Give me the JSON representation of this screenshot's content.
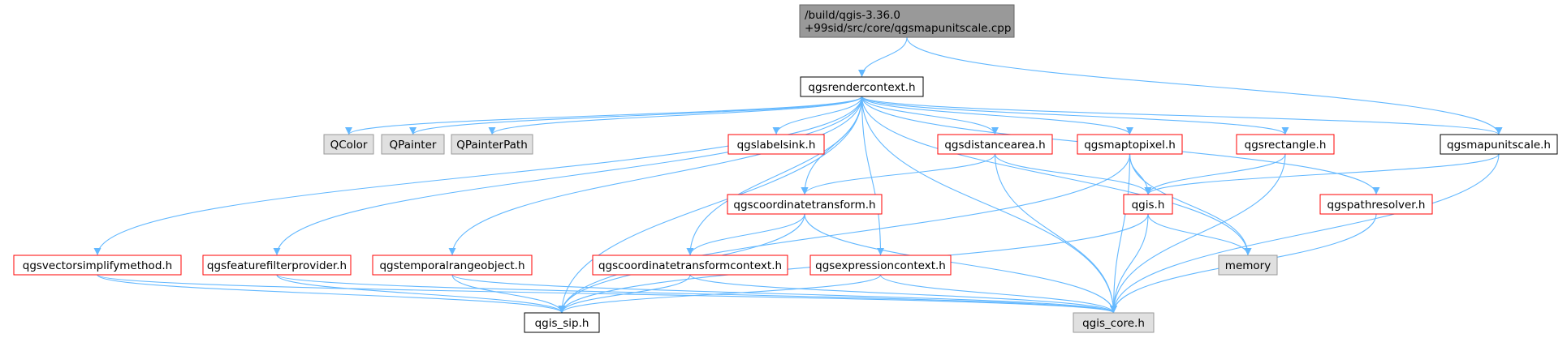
{
  "colors": {
    "edge": "#63b8ff",
    "root_fill": "#999999",
    "root_border": "#666666",
    "internal_fill": "#ffffff",
    "internal_border": "#000000",
    "external_fill": "#e0e0e0",
    "external_border": "#999999",
    "clickable_border": "#ff0000",
    "red_text": "#000000"
  },
  "nodes": {
    "root": {
      "lines": [
        "/build/qgis-3.36.0",
        "+99sid/src/core/qgsmapunitscale.cpp"
      ],
      "kind": "root"
    },
    "qgsrendercontext": {
      "lines": [
        "qgsrendercontext.h"
      ],
      "kind": "internal"
    },
    "qgsmapunitscale": {
      "lines": [
        "qgsmapunitscale.h"
      ],
      "kind": "internal"
    },
    "qcolor": {
      "lines": [
        "QColor"
      ],
      "kind": "external"
    },
    "qpainter": {
      "lines": [
        "QPainter"
      ],
      "kind": "external"
    },
    "qpainterpath": {
      "lines": [
        "QPainterPath"
      ],
      "kind": "external"
    },
    "qgslabelsink": {
      "lines": [
        "qgslabelsink.h"
      ],
      "kind": "clickable"
    },
    "qgsdistancearea": {
      "lines": [
        "qgsdistancearea.h"
      ],
      "kind": "clickable"
    },
    "qgsmaptopixel": {
      "lines": [
        "qgsmaptopixel.h"
      ],
      "kind": "clickable"
    },
    "qgsrectangle": {
      "lines": [
        "qgsrectangle.h"
      ],
      "kind": "clickable"
    },
    "qgscoordinatetransform": {
      "lines": [
        "qgscoordinatetransform.h"
      ],
      "kind": "clickable"
    },
    "qgis": {
      "lines": [
        "qgis.h"
      ],
      "kind": "clickable"
    },
    "qgspathresolver": {
      "lines": [
        "qgspathresolver.h"
      ],
      "kind": "clickable"
    },
    "memory": {
      "lines": [
        "memory"
      ],
      "kind": "external"
    },
    "qgsvectorsimplifymethod": {
      "lines": [
        "qgsvectorsimplifymethod.h"
      ],
      "kind": "clickable"
    },
    "qgsfeaturefilterprovider": {
      "lines": [
        "qgsfeaturefilterprovider.h"
      ],
      "kind": "clickable"
    },
    "qgstemporalrangeobject": {
      "lines": [
        "qgstemporalrangeobject.h"
      ],
      "kind": "clickable"
    },
    "qgscoordinatetransformcontext": {
      "lines": [
        "qgscoordinatetransformcontext.h"
      ],
      "kind": "clickable"
    },
    "qgsexpressioncontext": {
      "lines": [
        "qgsexpressioncontext.h"
      ],
      "kind": "clickable"
    },
    "qgis_sip": {
      "lines": [
        "qgis_sip.h"
      ],
      "kind": "internal"
    },
    "qgis_core": {
      "lines": [
        "qgis_core.h"
      ],
      "kind": "external"
    }
  },
  "edges": [
    [
      "root",
      "qgsrendercontext"
    ],
    [
      "root",
      "qgsmapunitscale"
    ],
    [
      "qgsrendercontext",
      "qcolor"
    ],
    [
      "qgsrendercontext",
      "qpainter"
    ],
    [
      "qgsrendercontext",
      "qpainterpath"
    ],
    [
      "qgsrendercontext",
      "qgslabelsink"
    ],
    [
      "qgsrendercontext",
      "qgsdistancearea"
    ],
    [
      "qgsrendercontext",
      "qgsmaptopixel"
    ],
    [
      "qgsrendercontext",
      "qgsrectangle"
    ],
    [
      "qgsrendercontext",
      "qgsmapunitscale"
    ],
    [
      "qgsrendercontext",
      "qgscoordinatetransform"
    ],
    [
      "qgsrendercontext",
      "qgspathresolver"
    ],
    [
      "qgsrendercontext",
      "memory"
    ],
    [
      "qgsrendercontext",
      "qgis_core"
    ],
    [
      "qgsrendercontext",
      "qgis_sip"
    ],
    [
      "qgsrendercontext",
      "qgsvectorsimplifymethod"
    ],
    [
      "qgsrendercontext",
      "qgsfeaturefilterprovider"
    ],
    [
      "qgsrendercontext",
      "qgstemporalrangeobject"
    ],
    [
      "qgsrendercontext",
      "qgscoordinatetransformcontext"
    ],
    [
      "qgsrendercontext",
      "qgsexpressioncontext"
    ],
    [
      "qgsdistancearea",
      "qgscoordinatetransform"
    ],
    [
      "qgsdistancearea",
      "qgis"
    ],
    [
      "qgsdistancearea",
      "qgis_core"
    ],
    [
      "qgsmaptopixel",
      "qgis"
    ],
    [
      "qgsmaptopixel",
      "memory"
    ],
    [
      "qgsmaptopixel",
      "qgis_core"
    ],
    [
      "qgsmaptopixel",
      "qgis_sip"
    ],
    [
      "qgsrectangle",
      "qgis"
    ],
    [
      "qgsrectangle",
      "qgis_core"
    ],
    [
      "qgsmapunitscale",
      "qgis"
    ],
    [
      "qgsmapunitscale",
      "qgis_core"
    ],
    [
      "qgspathresolver",
      "qgis_core"
    ],
    [
      "qgscoordinatetransform",
      "qgis_sip"
    ],
    [
      "qgscoordinatetransform",
      "qgscoordinatetransformcontext"
    ],
    [
      "qgscoordinatetransform",
      "qgis_core"
    ],
    [
      "qgis",
      "memory"
    ],
    [
      "qgis",
      "qgis_core"
    ],
    [
      "qgis",
      "qgis_sip"
    ],
    [
      "qgsvectorsimplifymethod",
      "qgis_sip"
    ],
    [
      "qgsvectorsimplifymethod",
      "qgis_core"
    ],
    [
      "qgsfeaturefilterprovider",
      "qgis_sip"
    ],
    [
      "qgsfeaturefilterprovider",
      "qgis_core"
    ],
    [
      "qgstemporalrangeobject",
      "qgis_sip"
    ],
    [
      "qgstemporalrangeobject",
      "qgis_core"
    ],
    [
      "qgscoordinatetransformcontext",
      "qgis_sip"
    ],
    [
      "qgscoordinatetransformcontext",
      "qgis_core"
    ],
    [
      "qgsexpressioncontext",
      "qgis_sip"
    ],
    [
      "qgsexpressioncontext",
      "qgis_core"
    ]
  ]
}
